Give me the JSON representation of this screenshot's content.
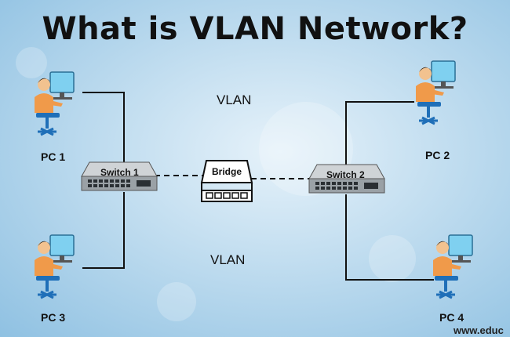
{
  "title": "What is VLAN Network?",
  "vlan_top": "VLAN",
  "vlan_bottom": "VLAN",
  "pcs": {
    "pc1": "PC 1",
    "pc2": "PC 2",
    "pc3": "PC 3",
    "pc4": "PC 4"
  },
  "switch1_label": "Switch 1",
  "switch2_label": "Switch 2",
  "bridge_label": "Bridge",
  "watermark": "www.educ",
  "colors": {
    "person_shirt": "#f09a4a",
    "monitor": "#7fd0f0",
    "chair": "#1f6fb8",
    "line": "#111111"
  }
}
